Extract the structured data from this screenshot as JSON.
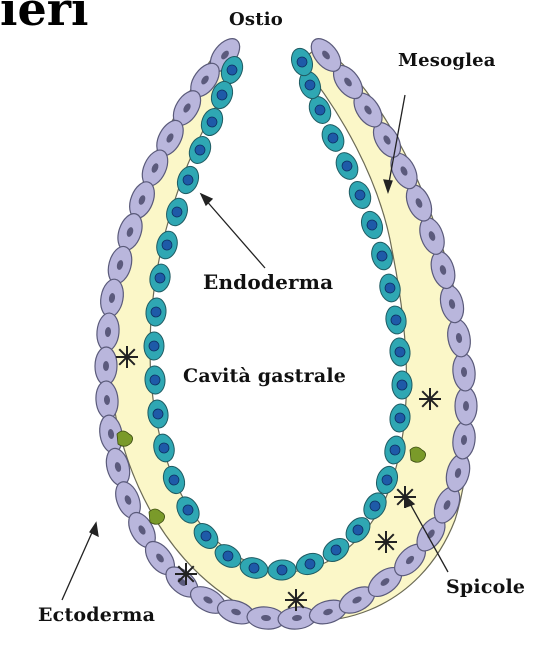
{
  "header_fragment": "ieri",
  "labels": {
    "ostio": "Ostio",
    "mesoglea": "Mesoglea",
    "endoderma": "Endoderma",
    "cavita": "Cavità gastrale",
    "ectoderma": "Ectoderma",
    "spicole": "Spicole"
  },
  "colors": {
    "ectoderm_cell": "#b9b6dc",
    "ectoderm_outline": "#5a5a7a",
    "mesoglea": "#fbf7c8",
    "endoderm_cell": "#2fa7b3",
    "endoderm_nucleus": "#1e5aa8",
    "amoebocyte": "#7a9a2a",
    "spicule": "#222222"
  }
}
